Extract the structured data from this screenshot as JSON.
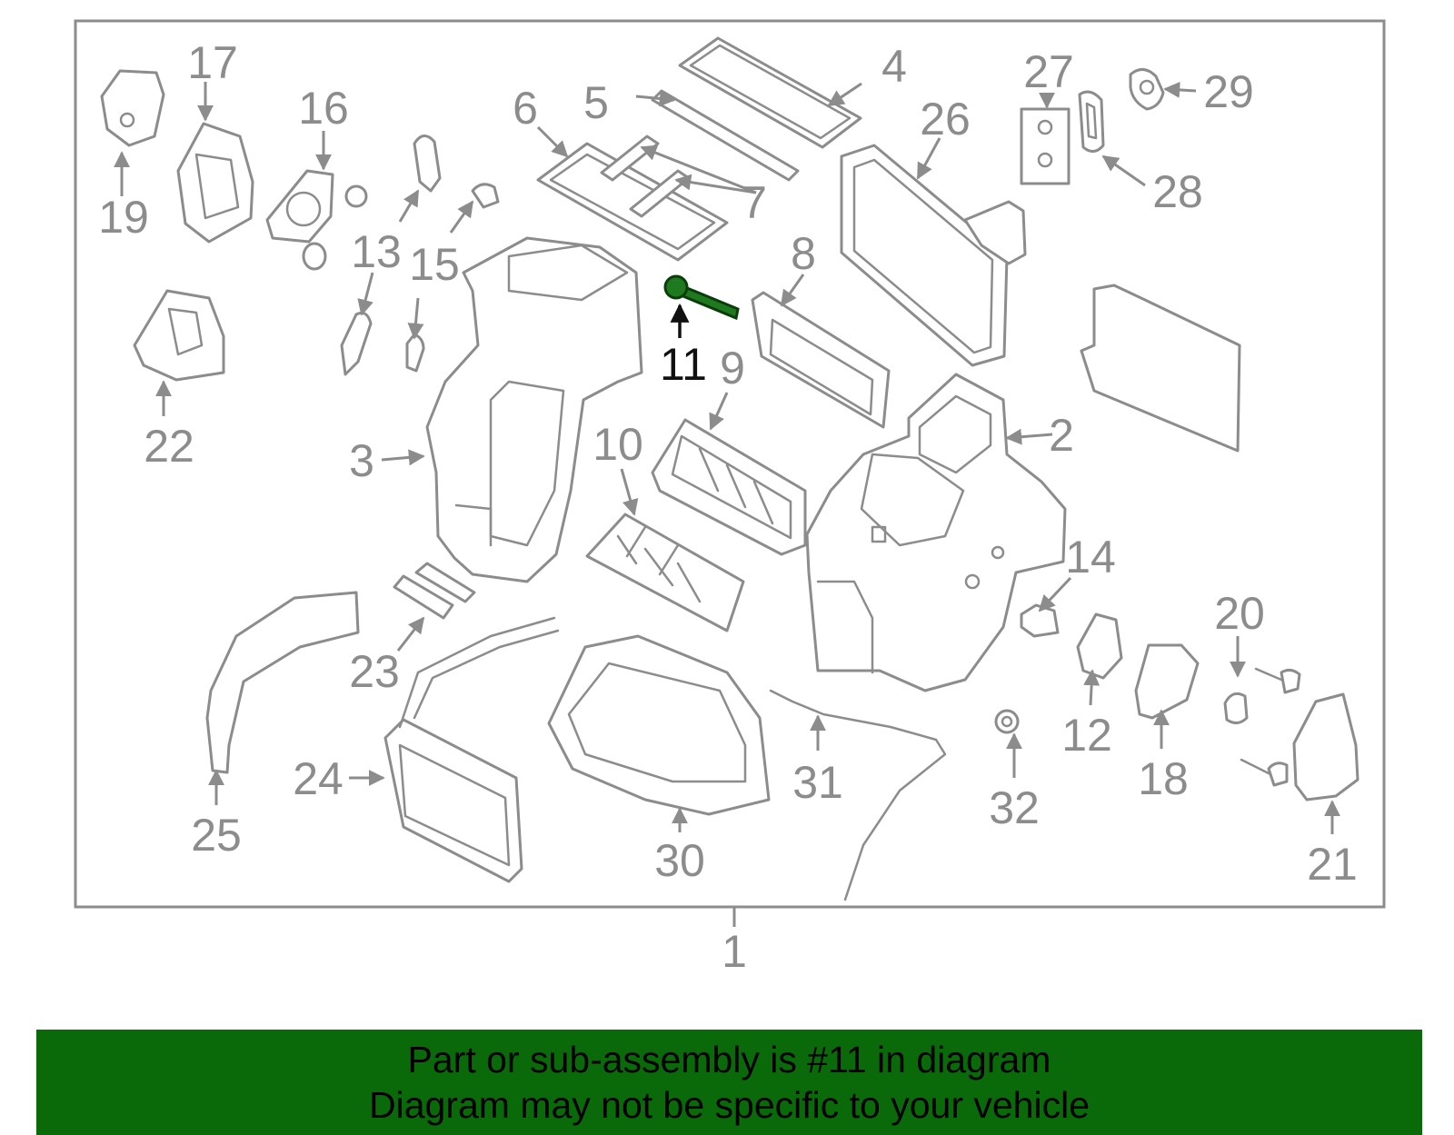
{
  "colors": {
    "line": "#8c8c8c",
    "highlight_part": "#1f7a1f",
    "highlight_label": "#111111",
    "banner_bg": "#0a6a0a",
    "banner_text": "#000000"
  },
  "diagram": {
    "callouts": [
      "1",
      "2",
      "3",
      "4",
      "5",
      "6",
      "7",
      "8",
      "9",
      "10",
      "11",
      "12",
      "13",
      "14",
      "15",
      "16",
      "17",
      "18",
      "19",
      "20",
      "21",
      "22",
      "23",
      "24",
      "25",
      "26",
      "27",
      "28",
      "29",
      "30",
      "31",
      "32"
    ],
    "highlighted_callout": "11"
  },
  "banner": {
    "line1": "Part or sub-assembly is #11 in diagram",
    "line2": "Diagram may not be specific to your vehicle"
  }
}
